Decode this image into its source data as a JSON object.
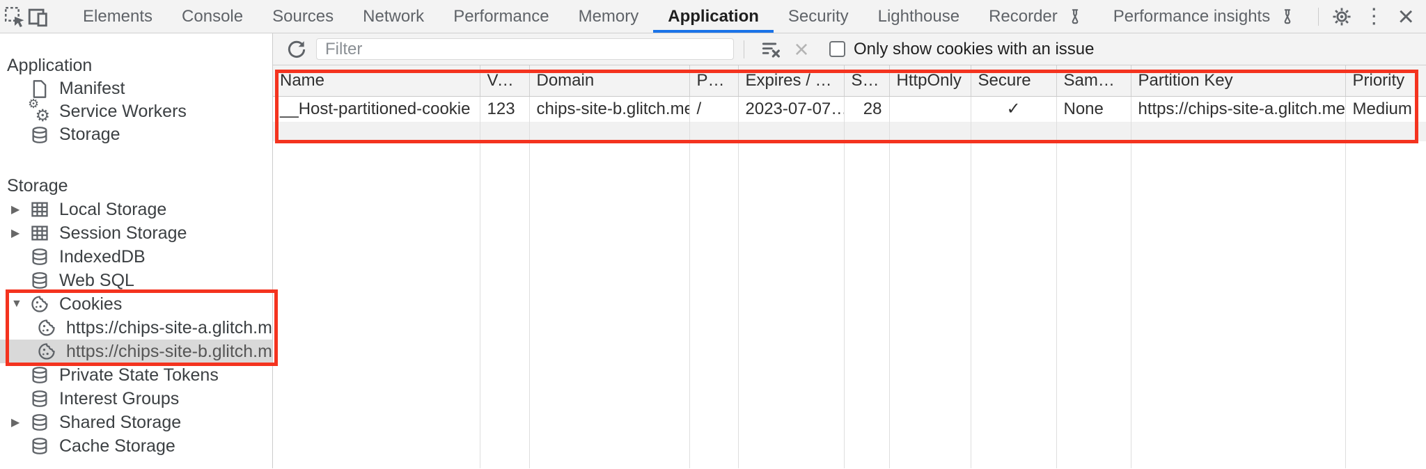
{
  "tabbar": {
    "tabs": [
      {
        "label": "Elements",
        "active": false
      },
      {
        "label": "Console",
        "active": false
      },
      {
        "label": "Sources",
        "active": false
      },
      {
        "label": "Network",
        "active": false
      },
      {
        "label": "Performance",
        "active": false
      },
      {
        "label": "Memory",
        "active": false
      },
      {
        "label": "Application",
        "active": true
      },
      {
        "label": "Security",
        "active": false
      },
      {
        "label": "Lighthouse",
        "active": false
      },
      {
        "label": "Recorder",
        "active": false,
        "experimental": true
      },
      {
        "label": "Performance insights",
        "active": false,
        "experimental": true
      }
    ],
    "more_glyph": "⋮",
    "close_glyph": "×"
  },
  "sidebar": {
    "application_header": "Application",
    "manifest": "Manifest",
    "service_workers": "Service Workers",
    "storage_item": "Storage",
    "storage_header": "Storage",
    "local_storage": "Local Storage",
    "session_storage": "Session Storage",
    "indexeddb": "IndexedDB",
    "web_sql": "Web SQL",
    "cookies": "Cookies",
    "cookie_site_a": "https://chips-site-a.glitch.me",
    "cookie_site_b": "https://chips-site-b.glitch.me",
    "private_state_tokens": "Private State Tokens",
    "interest_groups": "Interest Groups",
    "shared_storage": "Shared Storage",
    "cache_storage": "Cache Storage",
    "arrow_collapsed": "▶",
    "arrow_expanded": "▼"
  },
  "toolbar": {
    "filter_placeholder": "Filter",
    "filter_value": "",
    "only_issue_label": "Only show cookies with an issue"
  },
  "cookie_table": {
    "columns": [
      "Name",
      "Value",
      "Domain",
      "Path",
      "Expires / M…",
      "Size",
      "HttpOnly",
      "Secure",
      "SameSite",
      "Partition Key",
      "Priority"
    ],
    "row": {
      "name": "__Host-partitioned-cookie",
      "value": "123",
      "domain": "chips-site-b.glitch.me",
      "path": "/",
      "expires": "2023-07-07…",
      "size": "28",
      "http_only": "",
      "secure": "✓",
      "same_site": "None",
      "partition_key": "https://chips-site-a.glitch.me",
      "priority": "Medium"
    }
  },
  "colors": {
    "accent_blue": "#1a73e8",
    "annotation_red": "#f4331f",
    "toolbar_bg": "#f3f3f3",
    "selected_row_bg": "#d9d9d9"
  }
}
